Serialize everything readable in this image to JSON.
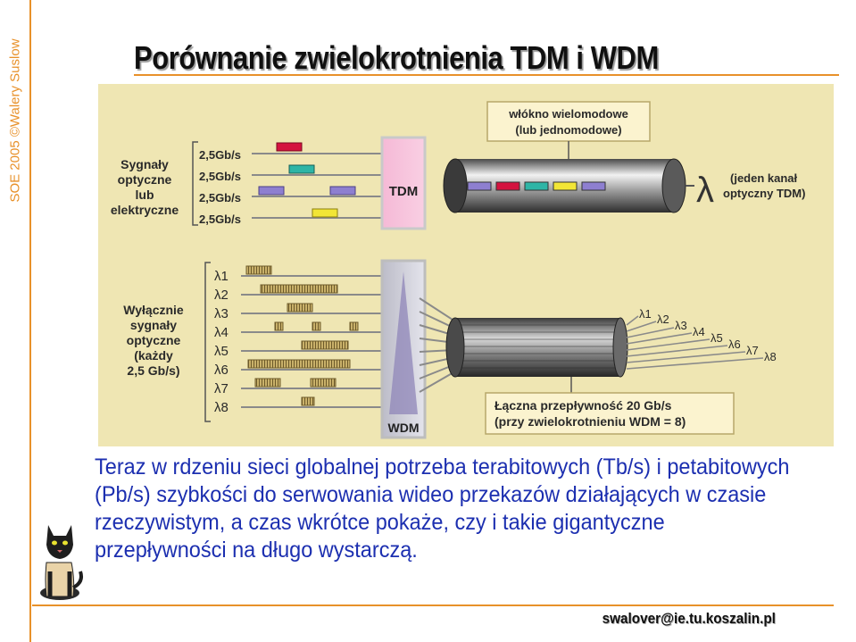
{
  "side_credit": "SOE 2005 ©Walery Suslow",
  "title": "Porównanie zwielokrotnienia TDM i WDM",
  "diagram": {
    "tdm": {
      "signals_label": [
        "Sygnały",
        "optyczne",
        "lub",
        "elektryczne"
      ],
      "rates": [
        "2,5Gb/s",
        "2,5Gb/s",
        "2,5Gb/s",
        "2,5Gb/s"
      ],
      "mux_label": "TDM",
      "fiber_label": [
        "włókno wielomodowe",
        "(lub jednomodowe)"
      ],
      "output_symbol": "λ",
      "output_label": [
        "(jeden kanał",
        "optyczny TDM)"
      ],
      "packet_colors": [
        "#d4133f",
        "#2eb5a6",
        "#8e7fd0",
        "#f2e636"
      ]
    },
    "wdm": {
      "signals_label": [
        "Wyłącznie",
        "sygnały",
        "optyczne",
        "(każdy",
        "2,5 Gb/s)"
      ],
      "lambdas": [
        "λ1",
        "λ2",
        "λ3",
        "λ4",
        "λ5",
        "λ6",
        "λ7",
        "λ8"
      ],
      "mux_label": "WDM",
      "output_lambdas": [
        "λ1",
        "λ2",
        "λ3",
        "λ4",
        "λ5",
        "λ6",
        "λ7",
        "λ8"
      ],
      "throughput_label": [
        "Łączna przepływność 20 Gb/s",
        "(przy zwielokrotnieniu WDM = 8)"
      ]
    }
  },
  "body_text": "Teraz w rdzeniu sieci globalnej potrzeba terabitowych (Tb/s) i petabitowych (Pb/s) szybkości do serwowania wideo przekazów działających w czasie rzeczywistym, a czas wkrótce pokaże, czy i takie gigantyczne przepływności na długo wystarczą.",
  "footer": "swalover@ie.tu.koszalin.pl"
}
